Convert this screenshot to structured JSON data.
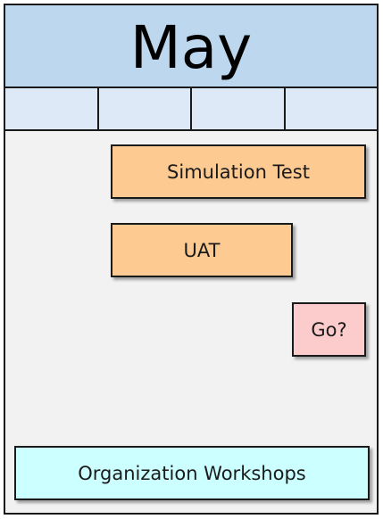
{
  "month": {
    "title": "May",
    "weeks": [
      "",
      "",
      "",
      ""
    ]
  },
  "tasks": {
    "simulation_test": "Simulation Test",
    "uat": "UAT",
    "go": "Go?",
    "organization_workshops": "Organization Workshops"
  },
  "colors": {
    "header": "#bdd7ee",
    "week_row": "#dde9f6",
    "background": "#f2f2f2",
    "orange_task": "#fdca91",
    "pink_task": "#fccbcb",
    "cyan_task": "#ccffff"
  }
}
